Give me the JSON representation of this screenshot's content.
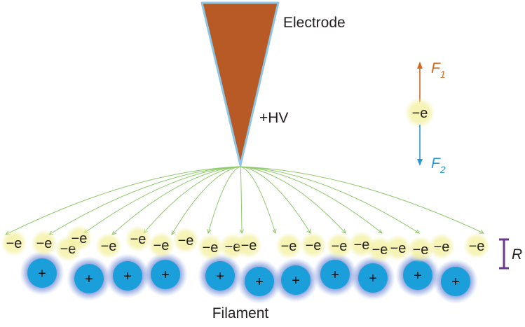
{
  "labels": {
    "electrode": "Electrode",
    "hv": "+HV",
    "filament": "Filament",
    "radius": "R"
  },
  "forces": {
    "f1_letter": "F",
    "f1_sub": "1",
    "f2_letter": "F",
    "f2_sub": "2"
  },
  "charges": {
    "electron": "−e",
    "positive": "+"
  },
  "colors": {
    "electrode": "#b85a26",
    "electrode_edge": "#8ec6e6",
    "field_lines": "#8fc96b",
    "ion": "#1a9fda",
    "ion_glow": "#3a5fc6",
    "electron_glow": "#f3f0a0",
    "f1": "#d2691e",
    "f2": "#2a9bd6",
    "bracket": "#6b3a8c",
    "text": "#231f20"
  }
}
